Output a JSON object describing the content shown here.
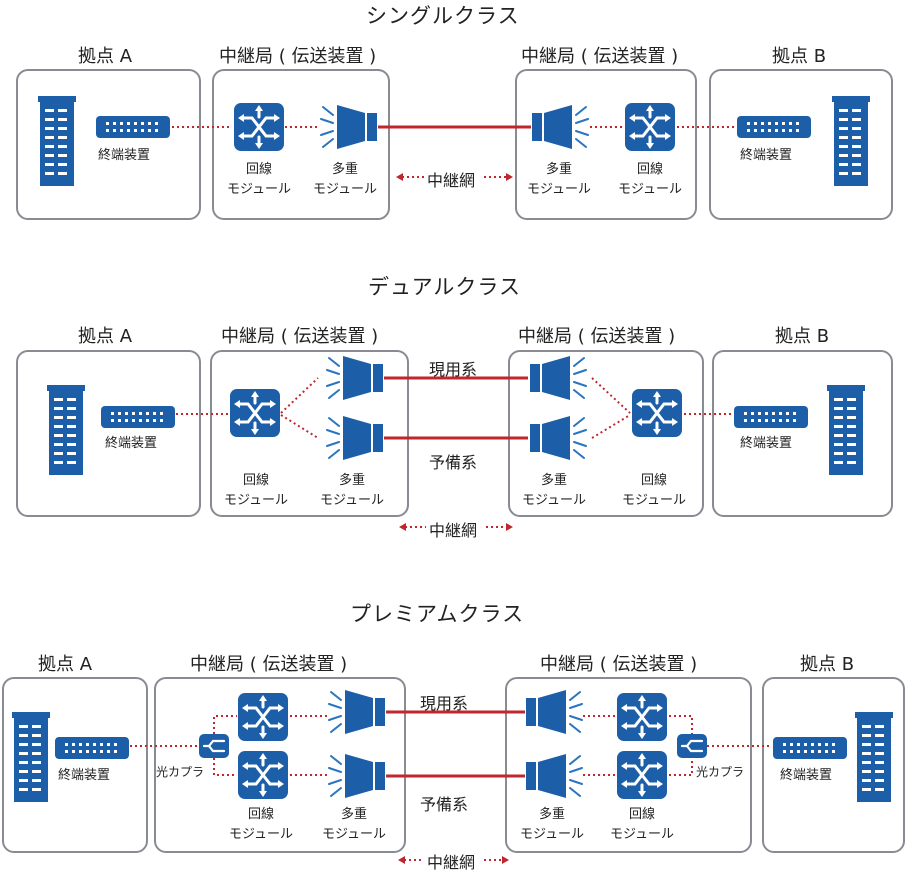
{
  "sections": [
    {
      "title": "シングルクラス"
    },
    {
      "title": "デュアルクラス"
    },
    {
      "title": "プレミアムクラス"
    }
  ],
  "labels": {
    "site_a": "拠点 A",
    "site_b": "拠点 B",
    "relay_station": "中継局 ( 伝送装置 )",
    "terminal": "終端装置",
    "line_module_1": "回線",
    "line_module_2": "モジュール",
    "mux_module_1": "多重",
    "mux_module_2": "モジュール",
    "relay_network": "中継網",
    "active_path": "現用系",
    "backup_path": "予備系",
    "optical_coupler": "光カプラ"
  },
  "colors": {
    "icon": "#1c5fa8",
    "link": "#c0272d",
    "frame": "#888c92",
    "title_highlight": "#cfe9f6"
  }
}
